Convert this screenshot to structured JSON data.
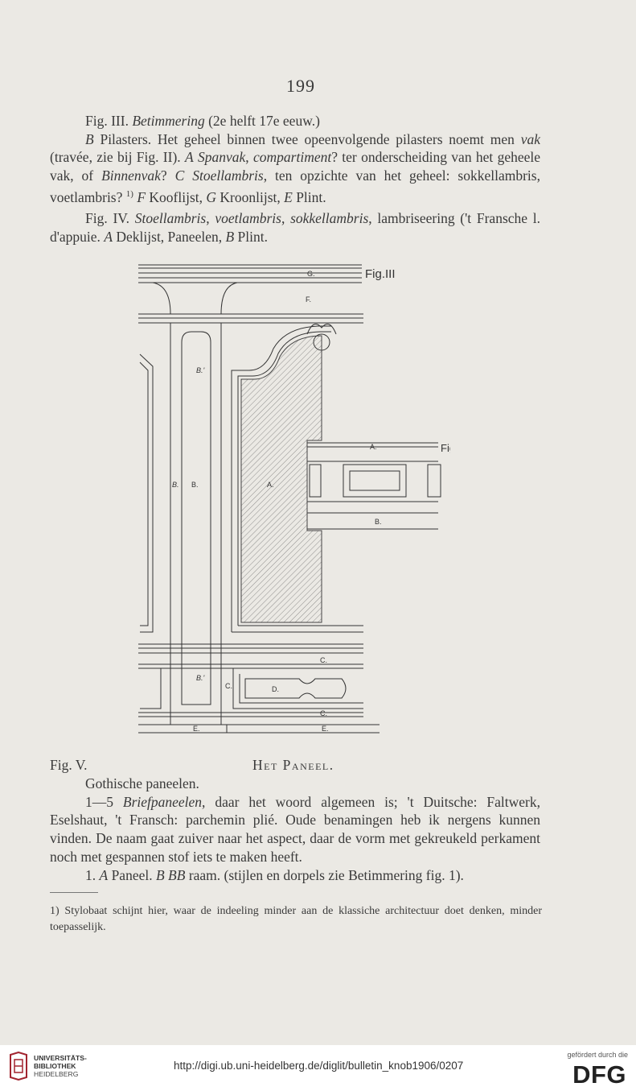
{
  "page_number": "199",
  "fig3": {
    "p1_line1_a": "Fig. III. ",
    "p1_line1_title": "Betimmering",
    "p1_line1_b": " (2e helft 17e eeuw.)",
    "p2_B": "B",
    "p2_a": " Pilasters. Het geheel binnen twee opeenvolgende pilasters noemt men ",
    "p2_vak": "vak",
    "p2_b": " (travée, zie bij Fig. II). ",
    "p2_A": "A",
    "p2_c": " ",
    "p2_spanvak": "Spanvak",
    "p2_d": ", ",
    "p2_compartiment": "compartiment",
    "p2_e": "? ter onderscheiding van het geheele vak, of ",
    "p2_binnenvak": "Binnenvak",
    "p2_f": "? ",
    "p2_C": "C",
    "p2_g": " ",
    "p2_stoel": "Stoellambris",
    "p2_h": ", ten opzichte van het geheel: sokkellambris, voetlambris? ",
    "p2_sup": "1)",
    "p2_i": " ",
    "p2_F": "F",
    "p2_j": " Kooflijst, ",
    "p2_G": "G",
    "p2_k": " Kroonlijst, ",
    "p2_E": "E",
    "p2_l": " Plint."
  },
  "fig4": {
    "a": "Fig. IV. ",
    "t1": "Stoellambris",
    "b": ", ",
    "t2": "voetlambris",
    "c": ", ",
    "t3": "sokkellambris",
    "d": ", lambriseering ('t Fransche l. d'appuie. ",
    "A": "A",
    "e": " Deklijst, Paneelen, ",
    "B": "B",
    "f": " Plint."
  },
  "figure_labels": {
    "fig3": "Fig.III",
    "fig4": "Fig.IV·",
    "G": "G.",
    "F": "F.",
    "Bp1": "B.'",
    "Bp2": "B.'",
    "B_left": "B.",
    "B_center": "B.",
    "A_center": "A.",
    "A_fig4": "A.",
    "B_fig4": "B.",
    "C_top": "C.",
    "C_left": "C.",
    "C_bottom": "C.",
    "D": "D.",
    "E1": "E.",
    "E2": "E."
  },
  "fig5": {
    "caption_left": "Fig. V.",
    "caption_right": "Het Paneel.",
    "l1": "Gothische paneelen.",
    "l2_a": "1—5 ",
    "l2_t": "Briefpaneelen",
    "l2_b": ", daar het woord algemeen is; 't Duitsche: Faltwerk, Eselshaut, 't Fransch: parchemin plié. Oude benamingen heb ik nergens kunnen vinden. De naam gaat zuiver naar het aspect, daar de vorm met gekreukeld perkament noch met gespannen stof iets te maken heeft.",
    "l3_a": "1. ",
    "l3_A": "A",
    "l3_b": " Paneel. ",
    "l3_B": "B BB",
    "l3_c": " raam. (stijlen en dorpels zie Betimmering fig. 1)."
  },
  "footnote": "1) Stylobaat schijnt hier, waar de indeeling minder aan de klassiche architectuur doet denken, minder toepasselijk.",
  "footer": {
    "uni_line1": "UNIVERSITÄTS-",
    "uni_line2": "BIBLIOTHEK",
    "uni_line3": "HEIDELBERG",
    "url": "http://digi.ub.uni-heidelberg.de/diglit/bulletin_knob1906/0207",
    "funded": "gefördert durch die",
    "dfg": "DFG"
  }
}
